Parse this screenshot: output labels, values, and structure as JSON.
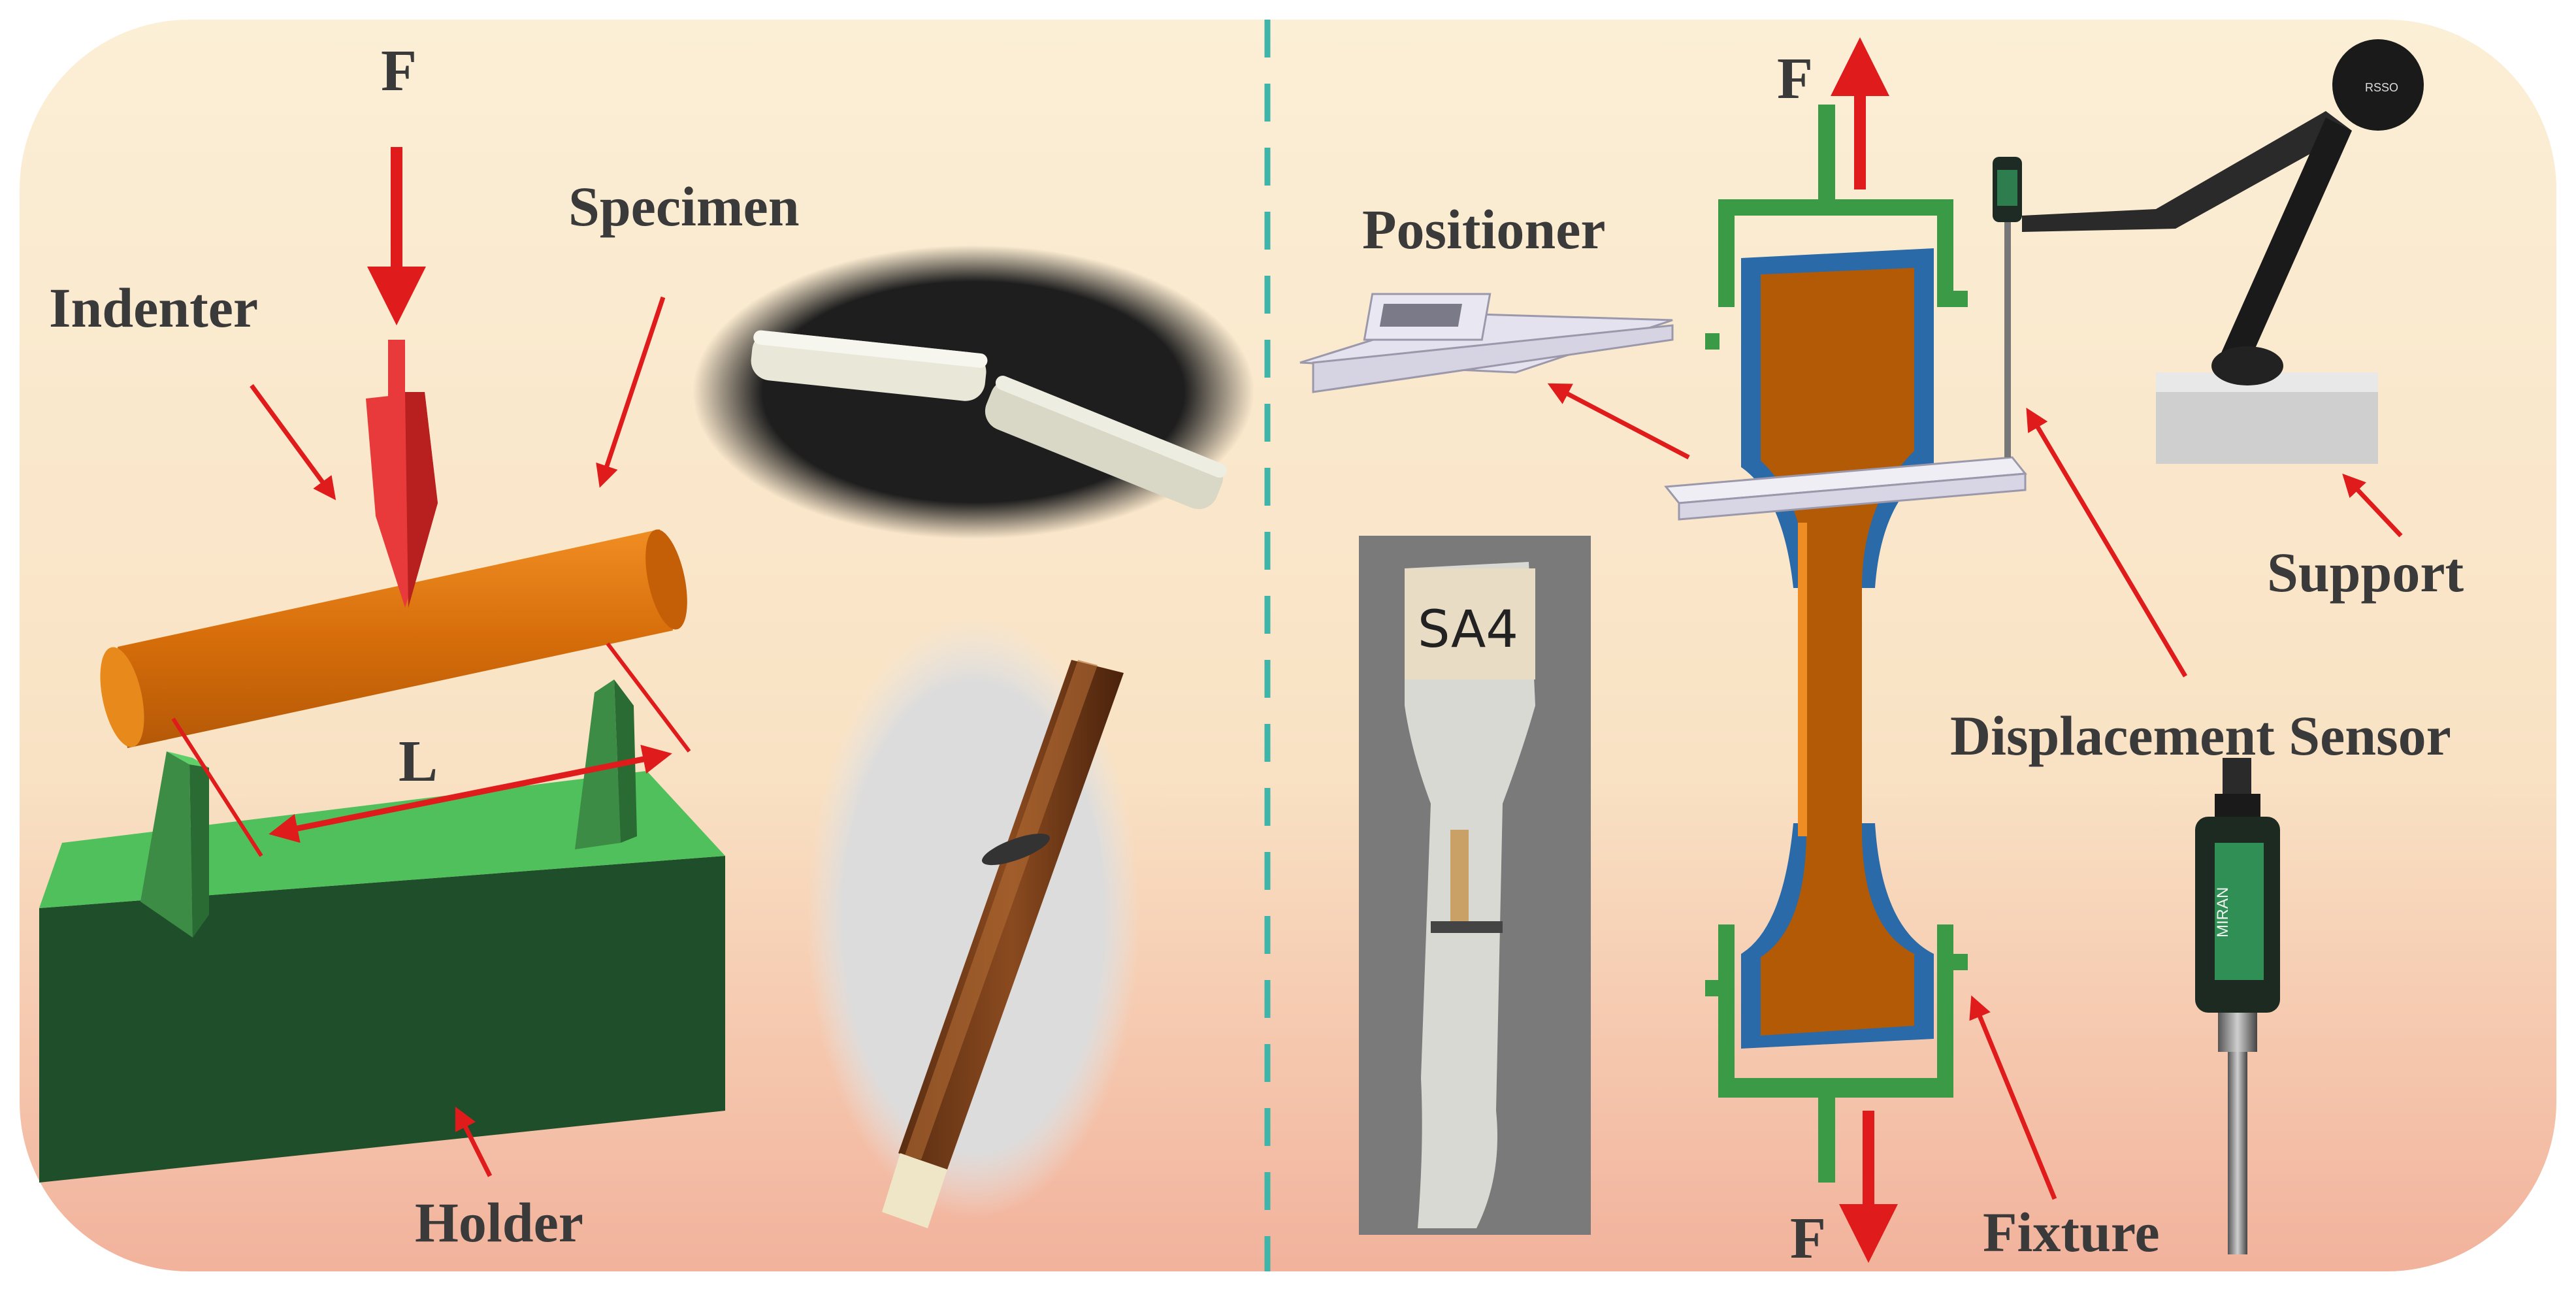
{
  "labels": {
    "left_force": "F",
    "indenter": "Indenter",
    "specimen": "Specimen",
    "span": "L",
    "holder": "Holder",
    "right_force_top": "F",
    "right_force_bottom": "F",
    "positioner": "Positioner",
    "support": "Support",
    "displacement_sensor": "Displacement Sensor",
    "fixture": "Fixture",
    "sample_tag": "SA4",
    "sensor_brand": "MIRAN",
    "knob_brand": "RSSO"
  },
  "colors": {
    "background_top": "#fbecd2",
    "background_bottom": "#f3b9a2",
    "divider": "#3fb5a9",
    "arrow": "#e01b1b",
    "indenter": "#e83a3a",
    "rod": "#d9720e",
    "holder_front": "#1f4e2a",
    "holder_top": "#4fbf5c",
    "fixture_frame": "#3b9a45",
    "fixture_grip": "#2a6aa8",
    "dogbone": "#b35a06"
  }
}
